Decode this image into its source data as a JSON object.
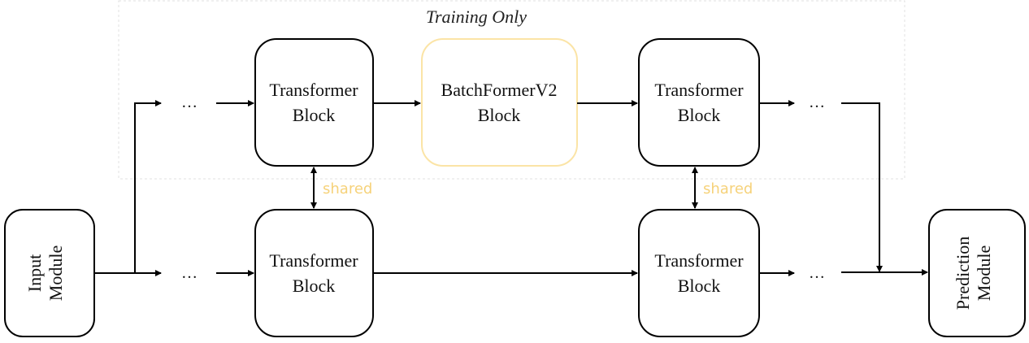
{
  "region": {
    "label": "Training Only"
  },
  "blocks": {
    "input": {
      "line1": "Input",
      "line2": "Module"
    },
    "top_transformer_1": {
      "line1": "Transformer",
      "line2": "Block"
    },
    "batchformer": {
      "line1": "BatchFormerV2",
      "line2": "Block"
    },
    "top_transformer_2": {
      "line1": "Transformer",
      "line2": "Block"
    },
    "bottom_transformer_1": {
      "line1": "Transformer",
      "line2": "Block"
    },
    "bottom_transformer_2": {
      "line1": "Transformer",
      "line2": "Block"
    },
    "prediction": {
      "line1": "Prediction",
      "line2": "Module"
    }
  },
  "edges": {
    "shared_label": "shared",
    "ellipsis": "…"
  },
  "colors": {
    "accent": "#f6d27a",
    "batchformer_border": "#fbe4a6",
    "region_border": "#dddddd"
  }
}
